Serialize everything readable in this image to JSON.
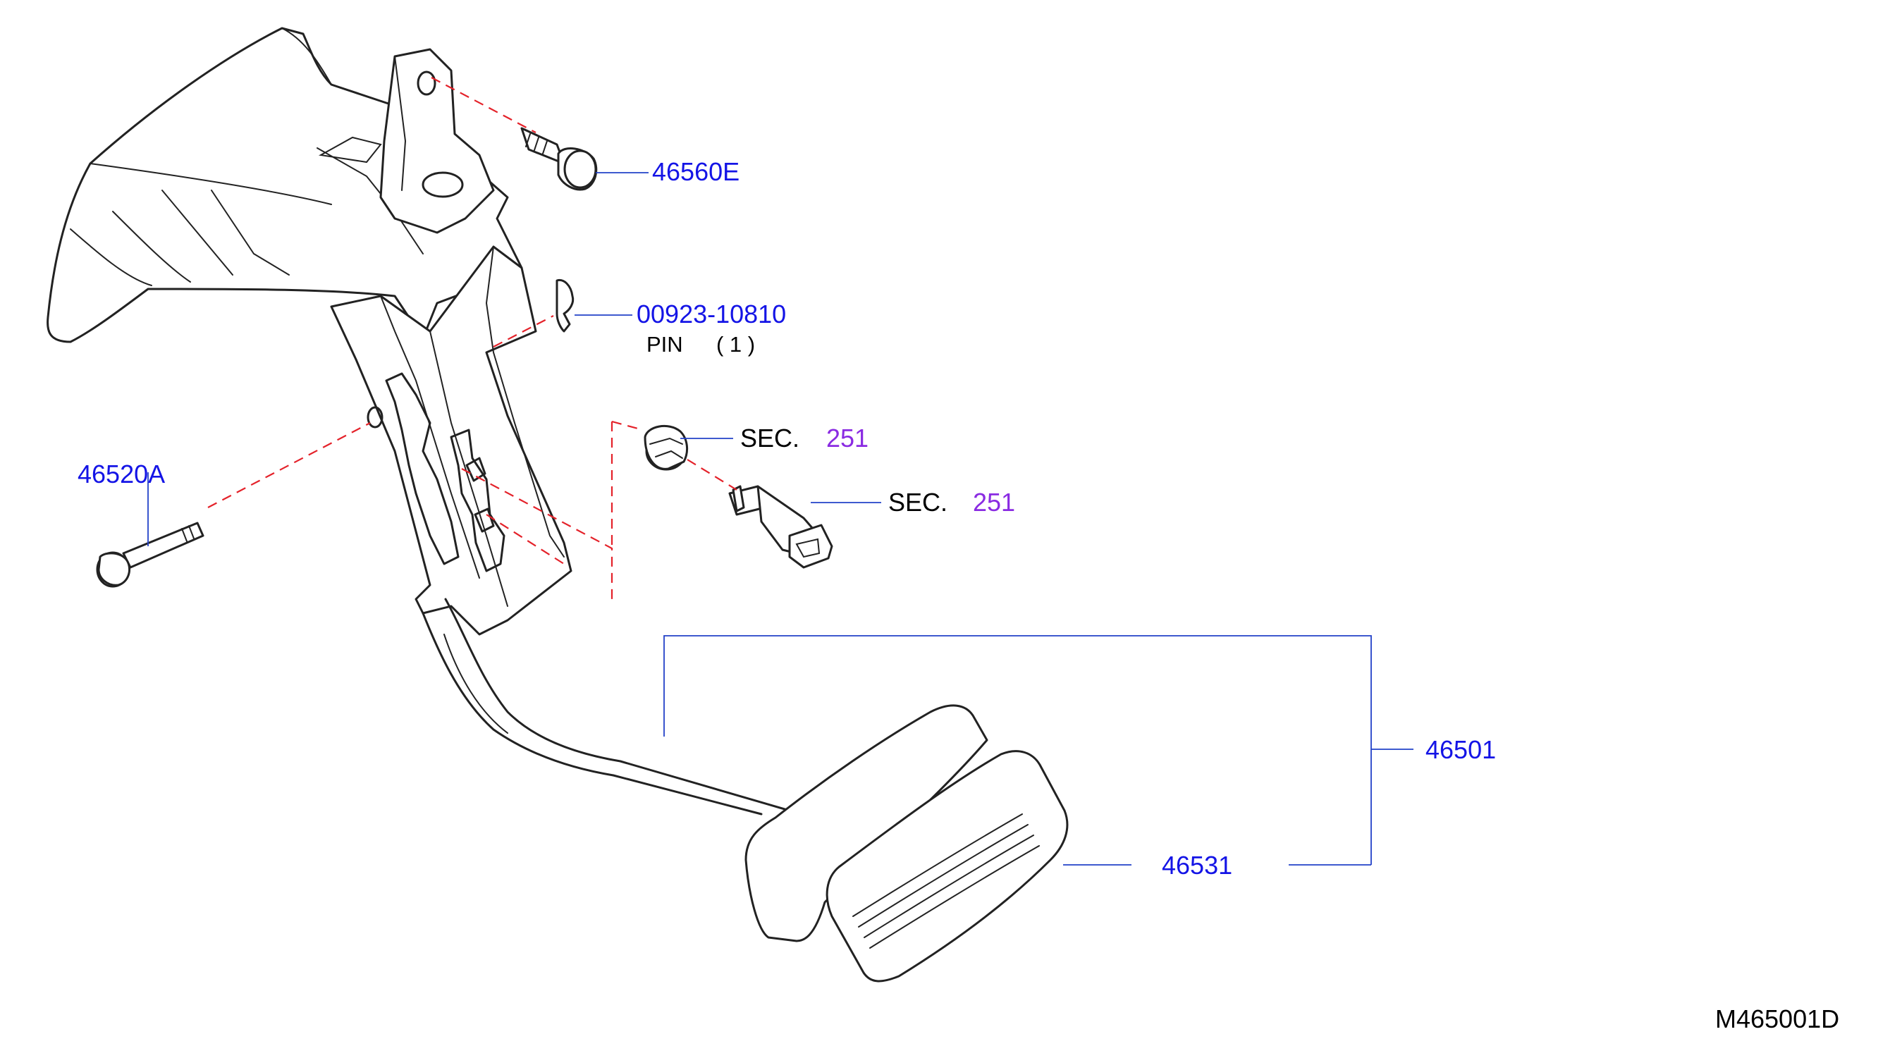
{
  "diagram_id": "M465001D",
  "colors": {
    "part_number": "#1414e6",
    "section_ref": "#8a2be2",
    "line_art": "#222222",
    "dashed_guide": "#e4222a",
    "leader_line": "#2342c8"
  },
  "labels": {
    "bolt_top": "46560E",
    "pin_part": "00923-10810",
    "pin_desc": "PIN",
    "pin_qty": "( 1 )",
    "clip_prefix": "SEC.",
    "clip_sec": "251",
    "switch_prefix": "SEC.",
    "switch_sec": "251",
    "pivot_bolt": "46520A",
    "pedal_assembly": "46501",
    "pedal_pad": "46531"
  }
}
